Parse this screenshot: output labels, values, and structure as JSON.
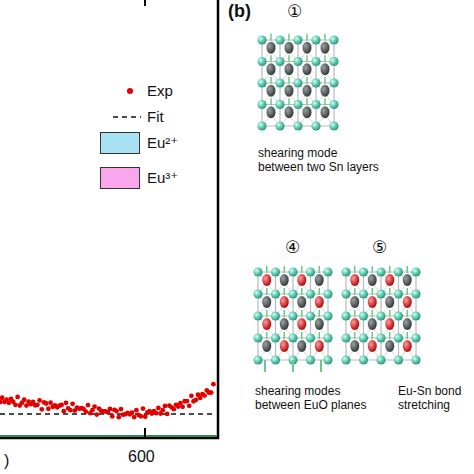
{
  "diagram": {
    "labels": [
      "600",
      "(b)",
      "①",
      "shearing mode between two Sn layers",
      "④",
      "⑤",
      "shearing modes between EuO planes",
      "Eu-Sn bond stretching",
      ")"
    ],
    "legend": [
      {
        "text": "Exp"
      },
      {
        "text": "Fit"
      },
      {
        "text": "Eu²⁺",
        "color": "#a8e2f4"
      },
      {
        "text": "Eu³⁺",
        "color": "#f9a6ec"
      }
    ]
  }
}
